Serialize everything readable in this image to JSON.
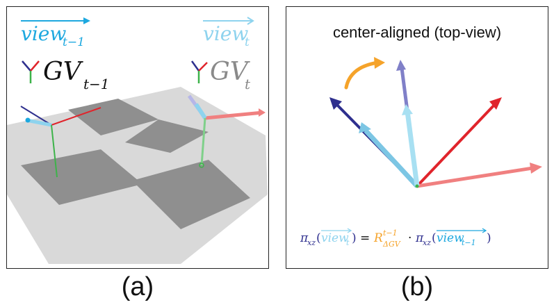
{
  "panel_a": {
    "caption": "(a)",
    "view_prev": {
      "base": "view",
      "sub": "t−1"
    },
    "view_curr": {
      "base": "view",
      "sub": "t"
    },
    "gv_prev": {
      "base": "GV",
      "sub": "t−1"
    },
    "gv_curr": {
      "base": "GV",
      "sub": "t"
    }
  },
  "panel_b": {
    "caption": "(b)",
    "title": "center-aligned (top-view)",
    "equation": {
      "pi": "π",
      "pi_sub": "xz",
      "lhs_view": "view",
      "lhs_sub": "t",
      "eq": "=",
      "R": "R",
      "R_sup": "t−1",
      "R_sub": "ΔGV",
      "dot": "·",
      "rhs_view": "view",
      "rhs_sub": "t−1",
      "open": "(",
      "close": ")"
    }
  },
  "colors": {
    "view_prev": "#1da8df",
    "view_curr": "#8ed3ee",
    "gv_prev": "#111111",
    "gv_curr": "#8a8a8a",
    "axis_red": "#e0242b",
    "axis_green": "#3db34a",
    "axis_blue": "#2e2f8e",
    "rotation": "#f5a32a",
    "floor_dark": "#8f8f8f",
    "floor_light": "#d9d9d9"
  }
}
